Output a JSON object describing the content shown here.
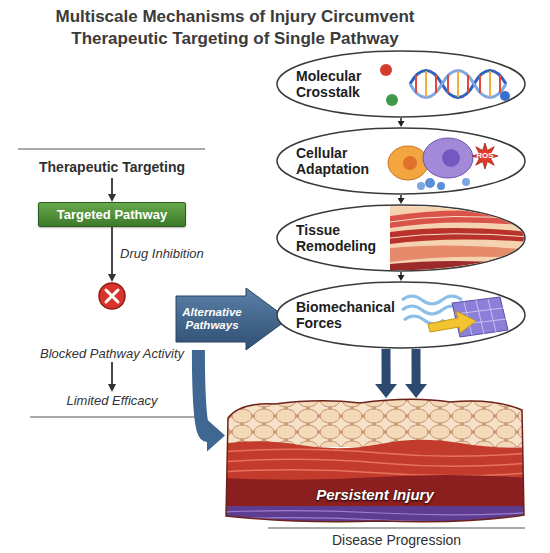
{
  "diagram": {
    "title": "Multiscale Mechanisms of Injury Circumvent Therapeutic Targeting of Single Pathway",
    "nodes": [
      {
        "text": [
          "Therapeutic Targeting"
        ]
      },
      {
        "text": [
          "Targeted Pathway"
        ]
      },
      {
        "text": [
          "Blocked Pathway Activity"
        ]
      },
      {
        "text": [
          "Limited Efficacy"
        ]
      },
      {
        "text": [
          "Alternative Pathways"
        ]
      },
      {
        "text": [
          "Molecular Crosstalk"
        ]
      },
      {
        "text": [
          "Cellular Adaptation"
        ]
      },
      {
        "text": [
          "Tissue Remodeling"
        ]
      },
      {
        "text": [
          "Biomechanical Forces"
        ]
      },
      {
        "text": [
          "Persistent Injury"
        ]
      }
    ],
    "edges": [
      {
        "from": 0,
        "to": 1,
        "arrow": "to"
      },
      {
        "from": 1,
        "to": 2,
        "label": "Drug Inhibition",
        "arrow": "to"
      },
      {
        "from": 2,
        "to": 3,
        "arrow": "to"
      },
      {
        "from": 5,
        "to": 6,
        "arrow": "to"
      },
      {
        "from": 6,
        "to": 7,
        "arrow": "to"
      },
      {
        "from": 7,
        "to": 8,
        "arrow": "to"
      },
      {
        "from": 8,
        "to": 9,
        "arrow": "to"
      },
      {
        "from": 8,
        "to": 9,
        "arrow": "to"
      },
      {
        "from": 4,
        "to": 9,
        "arrow": "to"
      }
    ],
    "labels": [
      "ROS",
      "Disease Progression"
    ]
  }
}
